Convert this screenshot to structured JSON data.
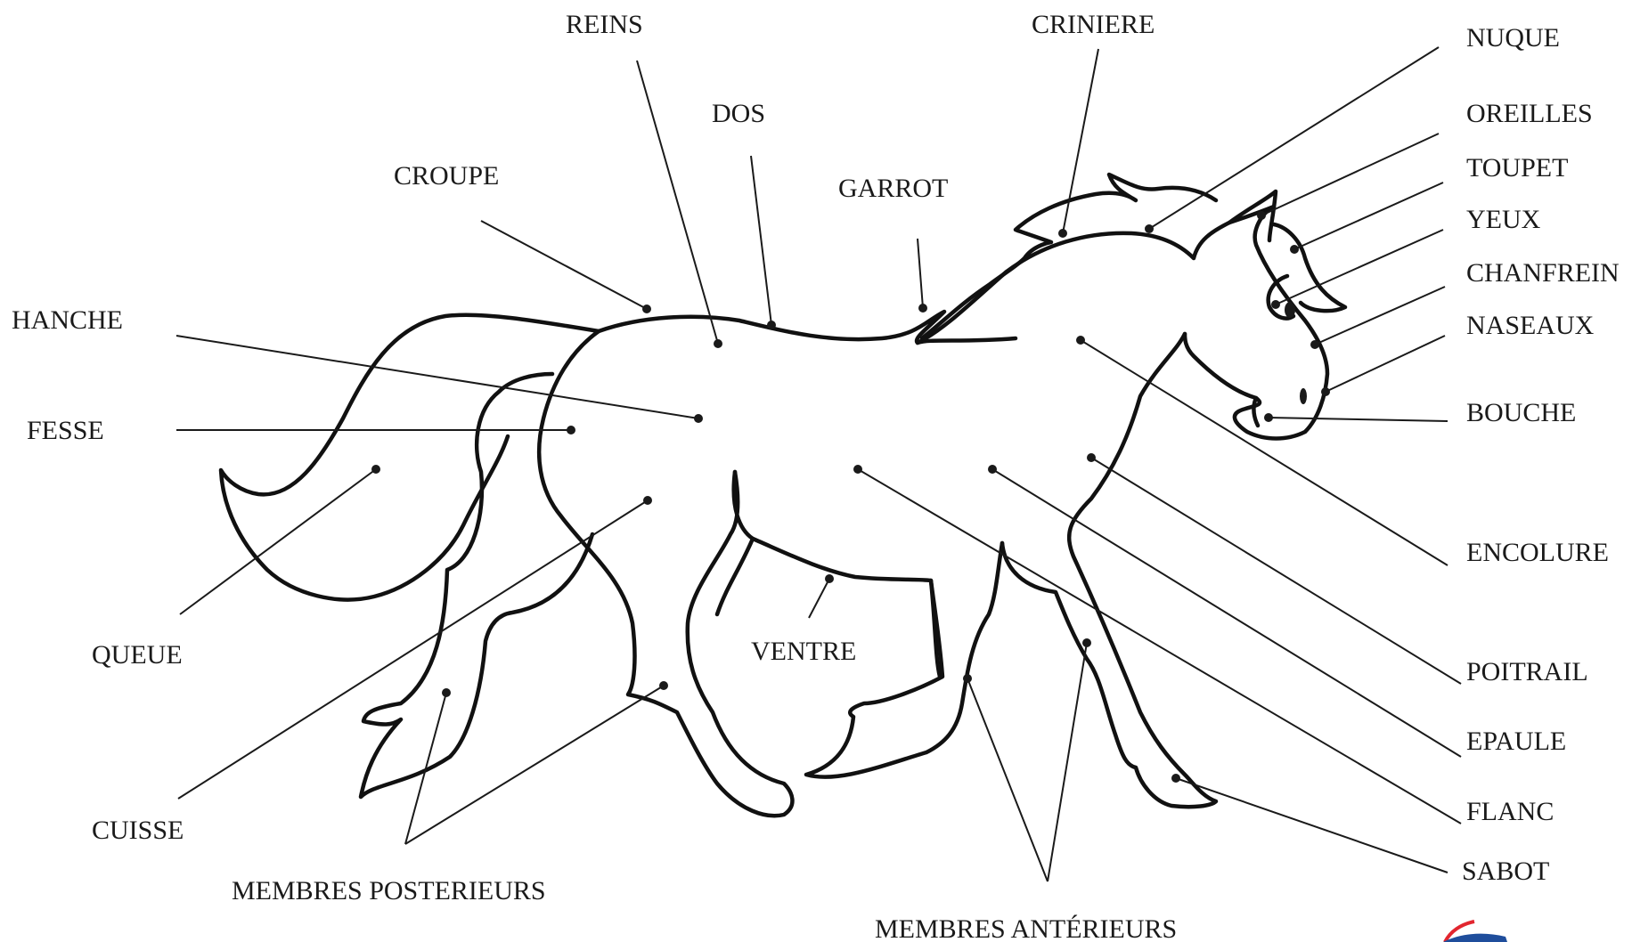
{
  "labels": {
    "reins": "REINS",
    "criniere": "CRINIERE",
    "nuque": "NUQUE",
    "dos": "DOS",
    "oreilles": "OREILLES",
    "croupe": "CROUPE",
    "garrot": "GARROT",
    "toupet": "TOUPET",
    "yeux": "YEUX",
    "chanfrein": "CHANFREIN",
    "hanche": "HANCHE",
    "naseaux": "NASEAUX",
    "fesse": "FESSE",
    "bouche": "BOUCHE",
    "encolure": "ENCOLURE",
    "queue": "QUEUE",
    "ventre": "VENTRE",
    "poitrail": "POITRAIL",
    "epaule": "EPAULE",
    "flanc": "FLANC",
    "cuisse": "CUISSE",
    "sabot": "SABOT",
    "membres_posterieurs": "MEMBRES POSTERIEURS",
    "membres_anterieurs": "MEMBRES ANTÉRIEURS"
  },
  "colors": {
    "ink": "#1a1a1a",
    "logo_red": "#e2262f",
    "logo_blue": "#1f4e9c"
  }
}
